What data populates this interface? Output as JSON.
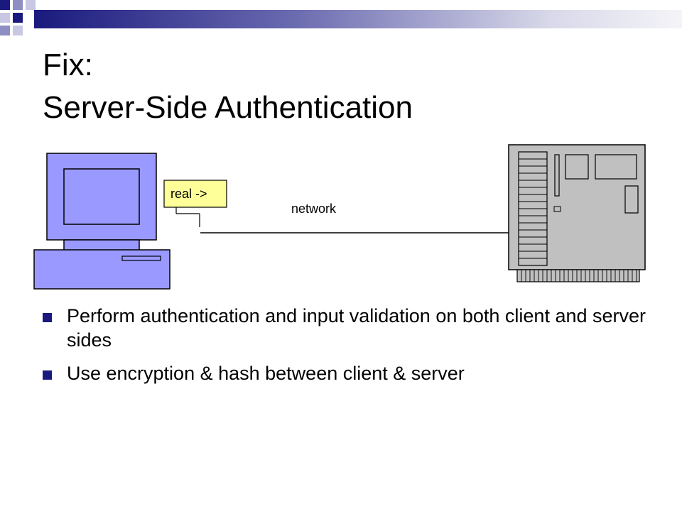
{
  "slide": {
    "title_line1": "Fix:",
    "title_line2": "Server-Side Authentication"
  },
  "diagram": {
    "callout_label": "real ->",
    "network_label": "network"
  },
  "bullets": [
    {
      "text": "Perform authentication and input validation on both client and server sides"
    },
    {
      "text": "Use encryption & hash between client & server"
    }
  ],
  "colors": {
    "accent": "#1a1a7e",
    "computer_fill": "#9999ff",
    "server_fill": "#c0c0c0",
    "callout_fill": "#ffff99"
  }
}
